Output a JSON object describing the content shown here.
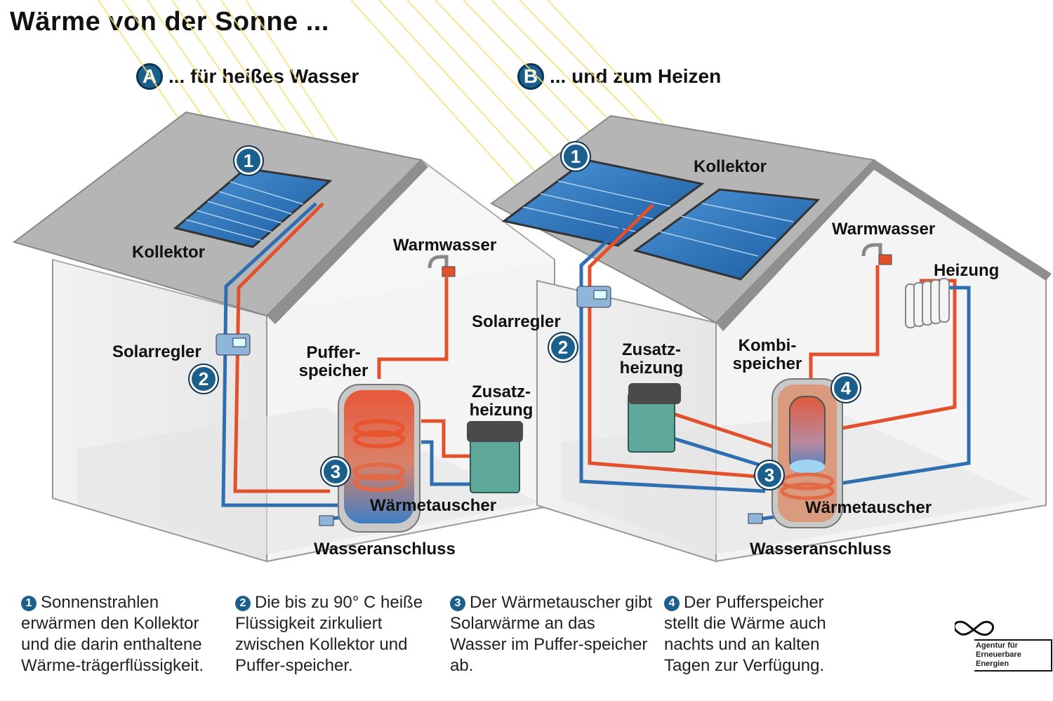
{
  "title": "Wärme von der Sonne ...",
  "section_a": {
    "badge": "A",
    "text": "... für heißes Wasser"
  },
  "section_b": {
    "badge": "B",
    "text": "... und zum Heizen"
  },
  "labels_a": {
    "kollektor": "Kollektor",
    "warmwasser": "Warmwasser",
    "solarregler": "Solarregler",
    "puffer_1": "Puffer-",
    "puffer_2": "speicher",
    "zusatz_1": "Zusatz-",
    "zusatz_2": "heizung",
    "waermetauscher": "Wärmetauscher",
    "wasseranschluss": "Wasseranschluss"
  },
  "labels_b": {
    "kollektor": "Kollektor",
    "warmwasser": "Warmwasser",
    "heizung": "Heizung",
    "solarregler": "Solarregler",
    "zusatz_1": "Zusatz-",
    "zusatz_2": "heizung",
    "kombi_1": "Kombi-",
    "kombi_2": "speicher",
    "waermetauscher": "Wärmetauscher",
    "wasseranschluss": "Wasseranschluss"
  },
  "numbers": [
    "1",
    "2",
    "3",
    "4"
  ],
  "notes": [
    {
      "num": "1",
      "text": "Sonnenstrahlen erwärmen den Kollektor und die darin enthaltene Wärme-trägerflüssigkeit."
    },
    {
      "num": "2",
      "text": "Die bis zu 90° C heiße Flüssigkeit zirkuliert zwischen Kollektor und Puffer-speicher."
    },
    {
      "num": "3",
      "text": "Der Wärmetauscher gibt Solarwärme an das Wasser im Puffer-speicher ab."
    },
    {
      "num": "4",
      "text": "Der Pufferspeicher stellt die Wärme auch nachts und an kalten Tagen zur Verfügung."
    }
  ],
  "logo": {
    "line1": "Agentur für",
    "line2": "Erneuerbare",
    "line3": "Energien"
  },
  "colors": {
    "hot": "#e2502c",
    "cold": "#2f6fb0",
    "badge": "#1b5f8c",
    "panel": "#1f6fb5",
    "ray": "#f5e27a"
  }
}
